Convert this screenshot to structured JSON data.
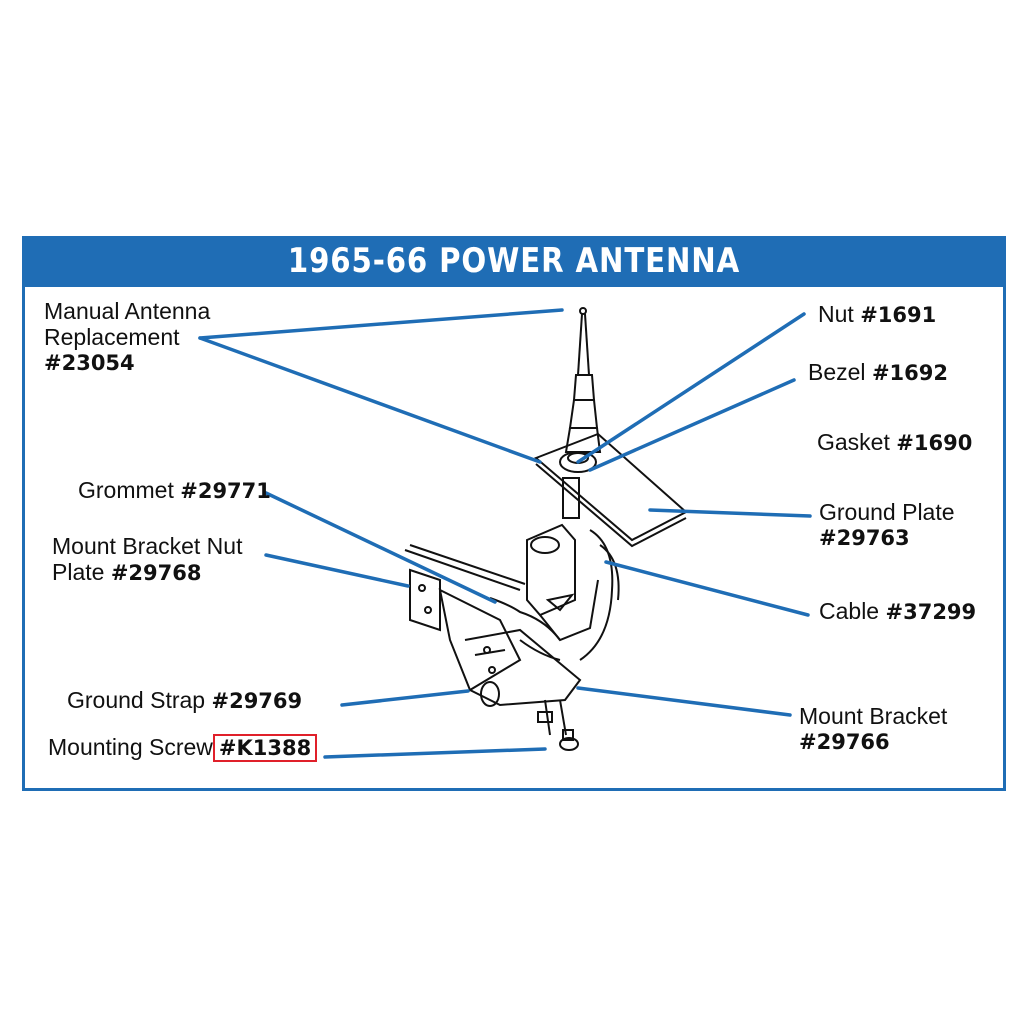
{
  "title": "1965-66 POWER ANTENNA",
  "colors": {
    "accent": "#1f6db5",
    "highlight": "#e0202a"
  },
  "labels": {
    "manual_antenna": {
      "line1": "Manual Antenna",
      "line2": "Replacement",
      "part": "#23054"
    },
    "nut": {
      "name": "Nut",
      "part": "#1691"
    },
    "bezel": {
      "name": "Bezel",
      "part": "#1692"
    },
    "gasket": {
      "name": "Gasket",
      "part": "#1690"
    },
    "grommet": {
      "name": "Grommet",
      "part": "#29771"
    },
    "ground_plate": {
      "name": "Ground Plate",
      "part": "#29763"
    },
    "mount_bracket_nut_plate": {
      "line1": "Mount Bracket Nut",
      "line2": "Plate",
      "part": "#29768"
    },
    "cable": {
      "name": "Cable",
      "part": "#37299"
    },
    "ground_strap": {
      "name": "Ground Strap",
      "part": "#29769"
    },
    "mount_bracket": {
      "name": "Mount Bracket",
      "part": "#29766"
    },
    "mounting_screw": {
      "name": "Mounting Screw",
      "part": "#K1388"
    }
  }
}
